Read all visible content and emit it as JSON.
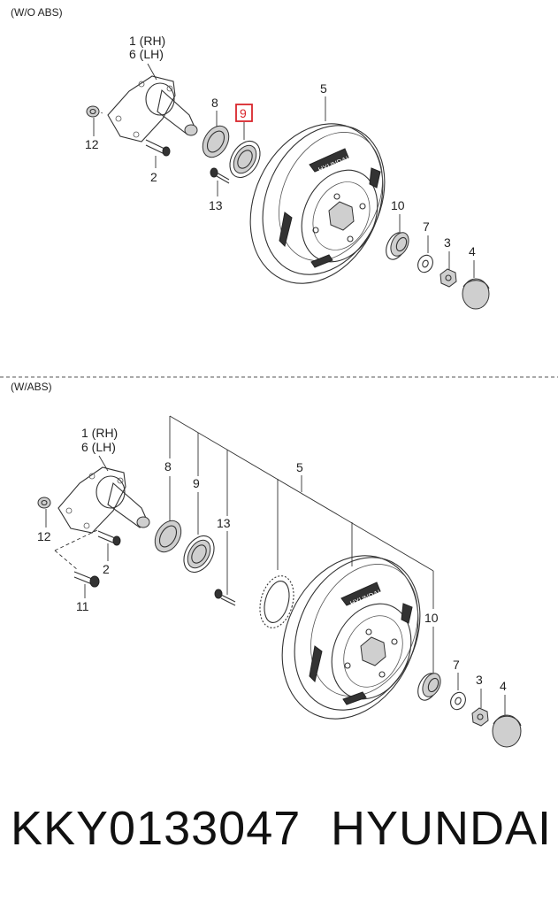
{
  "sections": {
    "wo_abs": {
      "header": "(W/O ABS)"
    },
    "w_abs": {
      "header": "(W/ABS)"
    }
  },
  "labels_wo_abs": {
    "p1": "1 (RH)",
    "p6": "6 (LH)",
    "p5": "5",
    "p8": "8",
    "p9": "9",
    "p12": "12",
    "p2": "2",
    "p13": "13",
    "p10": "10",
    "p7": "7",
    "p3": "3",
    "p4": "4"
  },
  "labels_w_abs": {
    "p1": "1 (RH)",
    "p6": "6 (LH)",
    "p8": "8",
    "p9": "9",
    "p5": "5",
    "p13": "13",
    "p12": "12",
    "p2": "2",
    "p11": "11",
    "p10": "10",
    "p7": "7",
    "p3": "3",
    "p4": "4"
  },
  "drum_brand_text": "HYUNDAI",
  "highlight": {
    "part": "9",
    "color": "#d9262c"
  },
  "footer": {
    "part_number": "KKY0133047",
    "brand": "HYUNDAI"
  }
}
